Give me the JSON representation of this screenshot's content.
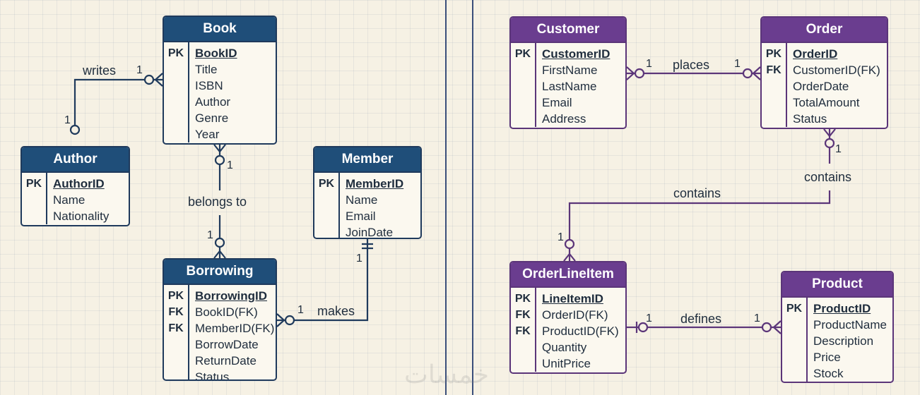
{
  "library": {
    "entities": {
      "book": {
        "title": "Book",
        "keys": [
          "PK",
          "",
          "",
          "",
          "",
          ""
        ],
        "attributes": [
          "BookID",
          "Title",
          "ISBN",
          "Author",
          "Genre",
          "Year"
        ]
      },
      "author": {
        "title": "Author",
        "keys": [
          "PK",
          "",
          ""
        ],
        "attributes": [
          "AuthorID",
          "Name",
          "Nationality"
        ]
      },
      "member": {
        "title": "Member",
        "keys": [
          "PK",
          "",
          "",
          ""
        ],
        "attributes": [
          "MemberID",
          "Name",
          "Email",
          "JoinDate"
        ]
      },
      "borrowing": {
        "title": "Borrowing",
        "keys": [
          "PK",
          "FK",
          "FK",
          "",
          "",
          ""
        ],
        "attributes": [
          "BorrowingID",
          "BookID(FK)",
          "MemberID(FK)",
          "BorrowDate",
          "ReturnDate",
          "Status"
        ]
      }
    },
    "relationships": {
      "writes": "writes",
      "belongs_to": "belongs to",
      "makes": "makes"
    },
    "cardinalities": {
      "writes_book": "1",
      "writes_author": "1",
      "belongs_book": "1",
      "belongs_borrowing": "1",
      "makes_borrowing": "1",
      "makes_member": "1"
    }
  },
  "orders": {
    "entities": {
      "customer": {
        "title": "Customer",
        "keys": [
          "PK",
          "",
          "",
          "",
          ""
        ],
        "attributes": [
          "CustomerID",
          "FirstName",
          "LastName",
          "Email",
          "Address"
        ]
      },
      "order": {
        "title": "Order",
        "keys": [
          "PK",
          "FK",
          "",
          "",
          ""
        ],
        "attributes": [
          "OrderID",
          "CustomerID(FK)",
          "OrderDate",
          "TotalAmount",
          "Status"
        ]
      },
      "orderlineitem": {
        "title": "OrderLineItem",
        "keys": [
          "PK",
          "FK",
          "FK",
          "",
          ""
        ],
        "attributes": [
          "LineItemID",
          "OrderID(FK)",
          "ProductID(FK)",
          "Quantity",
          "UnitPrice"
        ]
      },
      "product": {
        "title": "Product",
        "keys": [
          "PK",
          "",
          "",
          "",
          ""
        ],
        "attributes": [
          "ProductID",
          "ProductName",
          "Description",
          "Price",
          "Stock"
        ]
      }
    },
    "relationships": {
      "places": "places",
      "contains_order": "contains",
      "contains_line": "contains",
      "defines": "defines"
    },
    "cardinalities": {
      "places_customer": "1",
      "places_order": "1",
      "contains_order": "1",
      "contains_line": "1",
      "defines_line": "1",
      "defines_product": "1"
    }
  },
  "colors": {
    "library_header": "#1f4e79",
    "orders_header": "#6a3d8f",
    "background": "#f6f1e4"
  },
  "watermark": "خمسات"
}
